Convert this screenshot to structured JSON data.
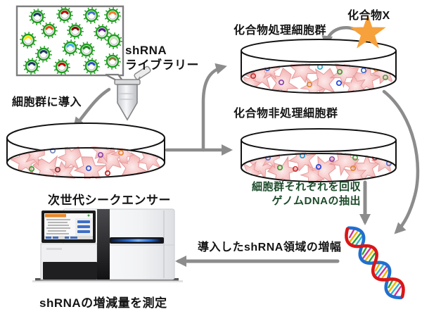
{
  "labels": {
    "library_line1": "shRNA",
    "library_line2": "ライブラリー",
    "transduce": "細胞群に導入",
    "compound_x": "化合物X",
    "treated_dish": "化合物処理細胞群",
    "untreated_dish": "化合物非処理細胞群",
    "collect_line1": "細胞群それぞれを回収",
    "collect_line2": "ゲノムDNAの抽出",
    "amplify": "導入したshRNA領域の増幅",
    "sequencer": "次世代シークエンサー",
    "measure": "shRNAの増減量を測定"
  },
  "colors": {
    "arrow_gray": "#8c8c8c",
    "compound_star_orange": "#F6A13C",
    "collect_text_green": "#1C4B2A",
    "cell_pink": "#F2AEAE",
    "virus_capsid_green": "#1E9E1E",
    "dna_strand_red": "#D91616",
    "dna_strand_blue": "#1F6FD0"
  },
  "virus_band_colors": [
    "#1F3864",
    "#C00000",
    "#4472C4",
    "#ED7D31",
    "#E04A10",
    "#8B0000",
    "#5C1A8A",
    "#FFE000",
    "#C5E0B4",
    "#41B0E4",
    "#203864",
    "#1E8A1E",
    "#1F3864",
    "#C00000",
    "#2E4FC4",
    "#8A7A3A"
  ]
}
